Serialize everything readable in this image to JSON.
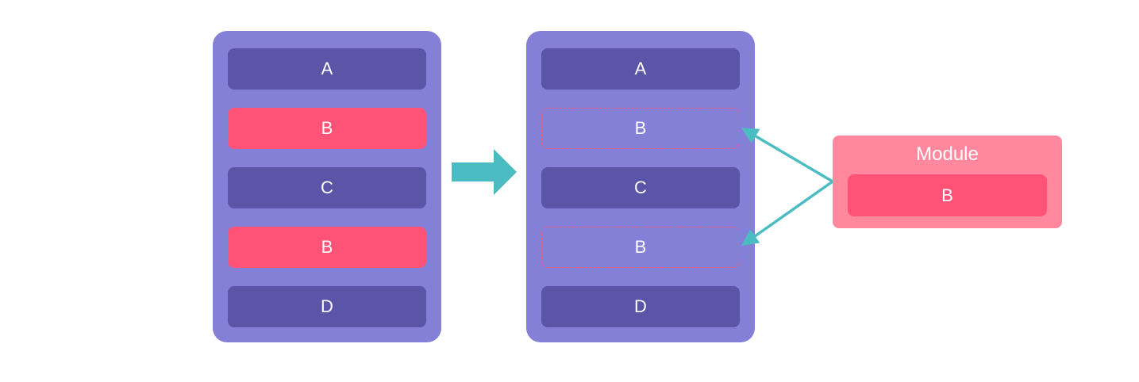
{
  "before_stack": {
    "blocks": [
      {
        "label": "A",
        "kind": "base"
      },
      {
        "label": "B",
        "kind": "highlight"
      },
      {
        "label": "C",
        "kind": "base"
      },
      {
        "label": "B",
        "kind": "highlight"
      },
      {
        "label": "D",
        "kind": "base"
      }
    ]
  },
  "after_stack": {
    "blocks": [
      {
        "label": "A",
        "kind": "base"
      },
      {
        "label": "B",
        "kind": "placeholder"
      },
      {
        "label": "C",
        "kind": "base"
      },
      {
        "label": "B",
        "kind": "placeholder"
      },
      {
        "label": "D",
        "kind": "base"
      }
    ]
  },
  "module": {
    "title": "Module",
    "block_label": "B"
  },
  "icons": {
    "transform_arrow": "right-arrow-icon",
    "reference_arrows": "arrow-icon"
  },
  "colors": {
    "stack_bg": "#8480d8",
    "base_block": "#5b55a7",
    "highlight_block": "#ff5277",
    "module_bg": "#ff889e",
    "placeholder_border": "#f25a7a",
    "arrow": "#4bbdc2"
  }
}
